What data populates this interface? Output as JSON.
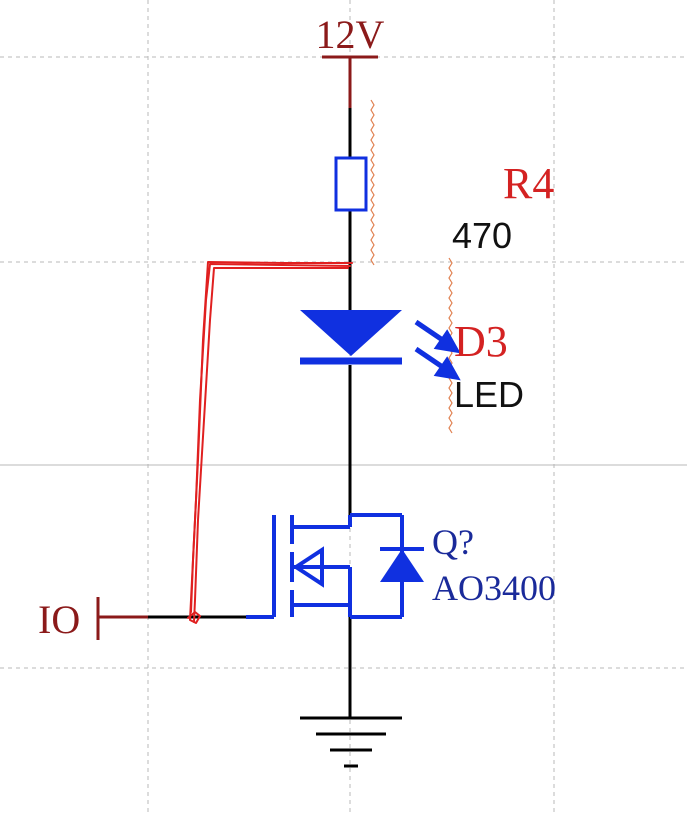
{
  "schematic": {
    "power": {
      "label": "12V"
    },
    "resistor": {
      "designator": "R4",
      "value": "470"
    },
    "led": {
      "designator": "D3",
      "type": "LED"
    },
    "mosfet": {
      "designator": "Q?",
      "part": "AO3400"
    },
    "input": {
      "label": "IO"
    }
  },
  "colors": {
    "net_red": "#8b1a1a",
    "designator_red": "#d42222",
    "component_blue": "#1030e0",
    "mosfet_text_blue": "#1a2a9a",
    "wire_black": "#000000",
    "grid_gray": "#b0b0b0",
    "annotation_red": "#e02020",
    "squiggle_orange": "#e08050"
  }
}
